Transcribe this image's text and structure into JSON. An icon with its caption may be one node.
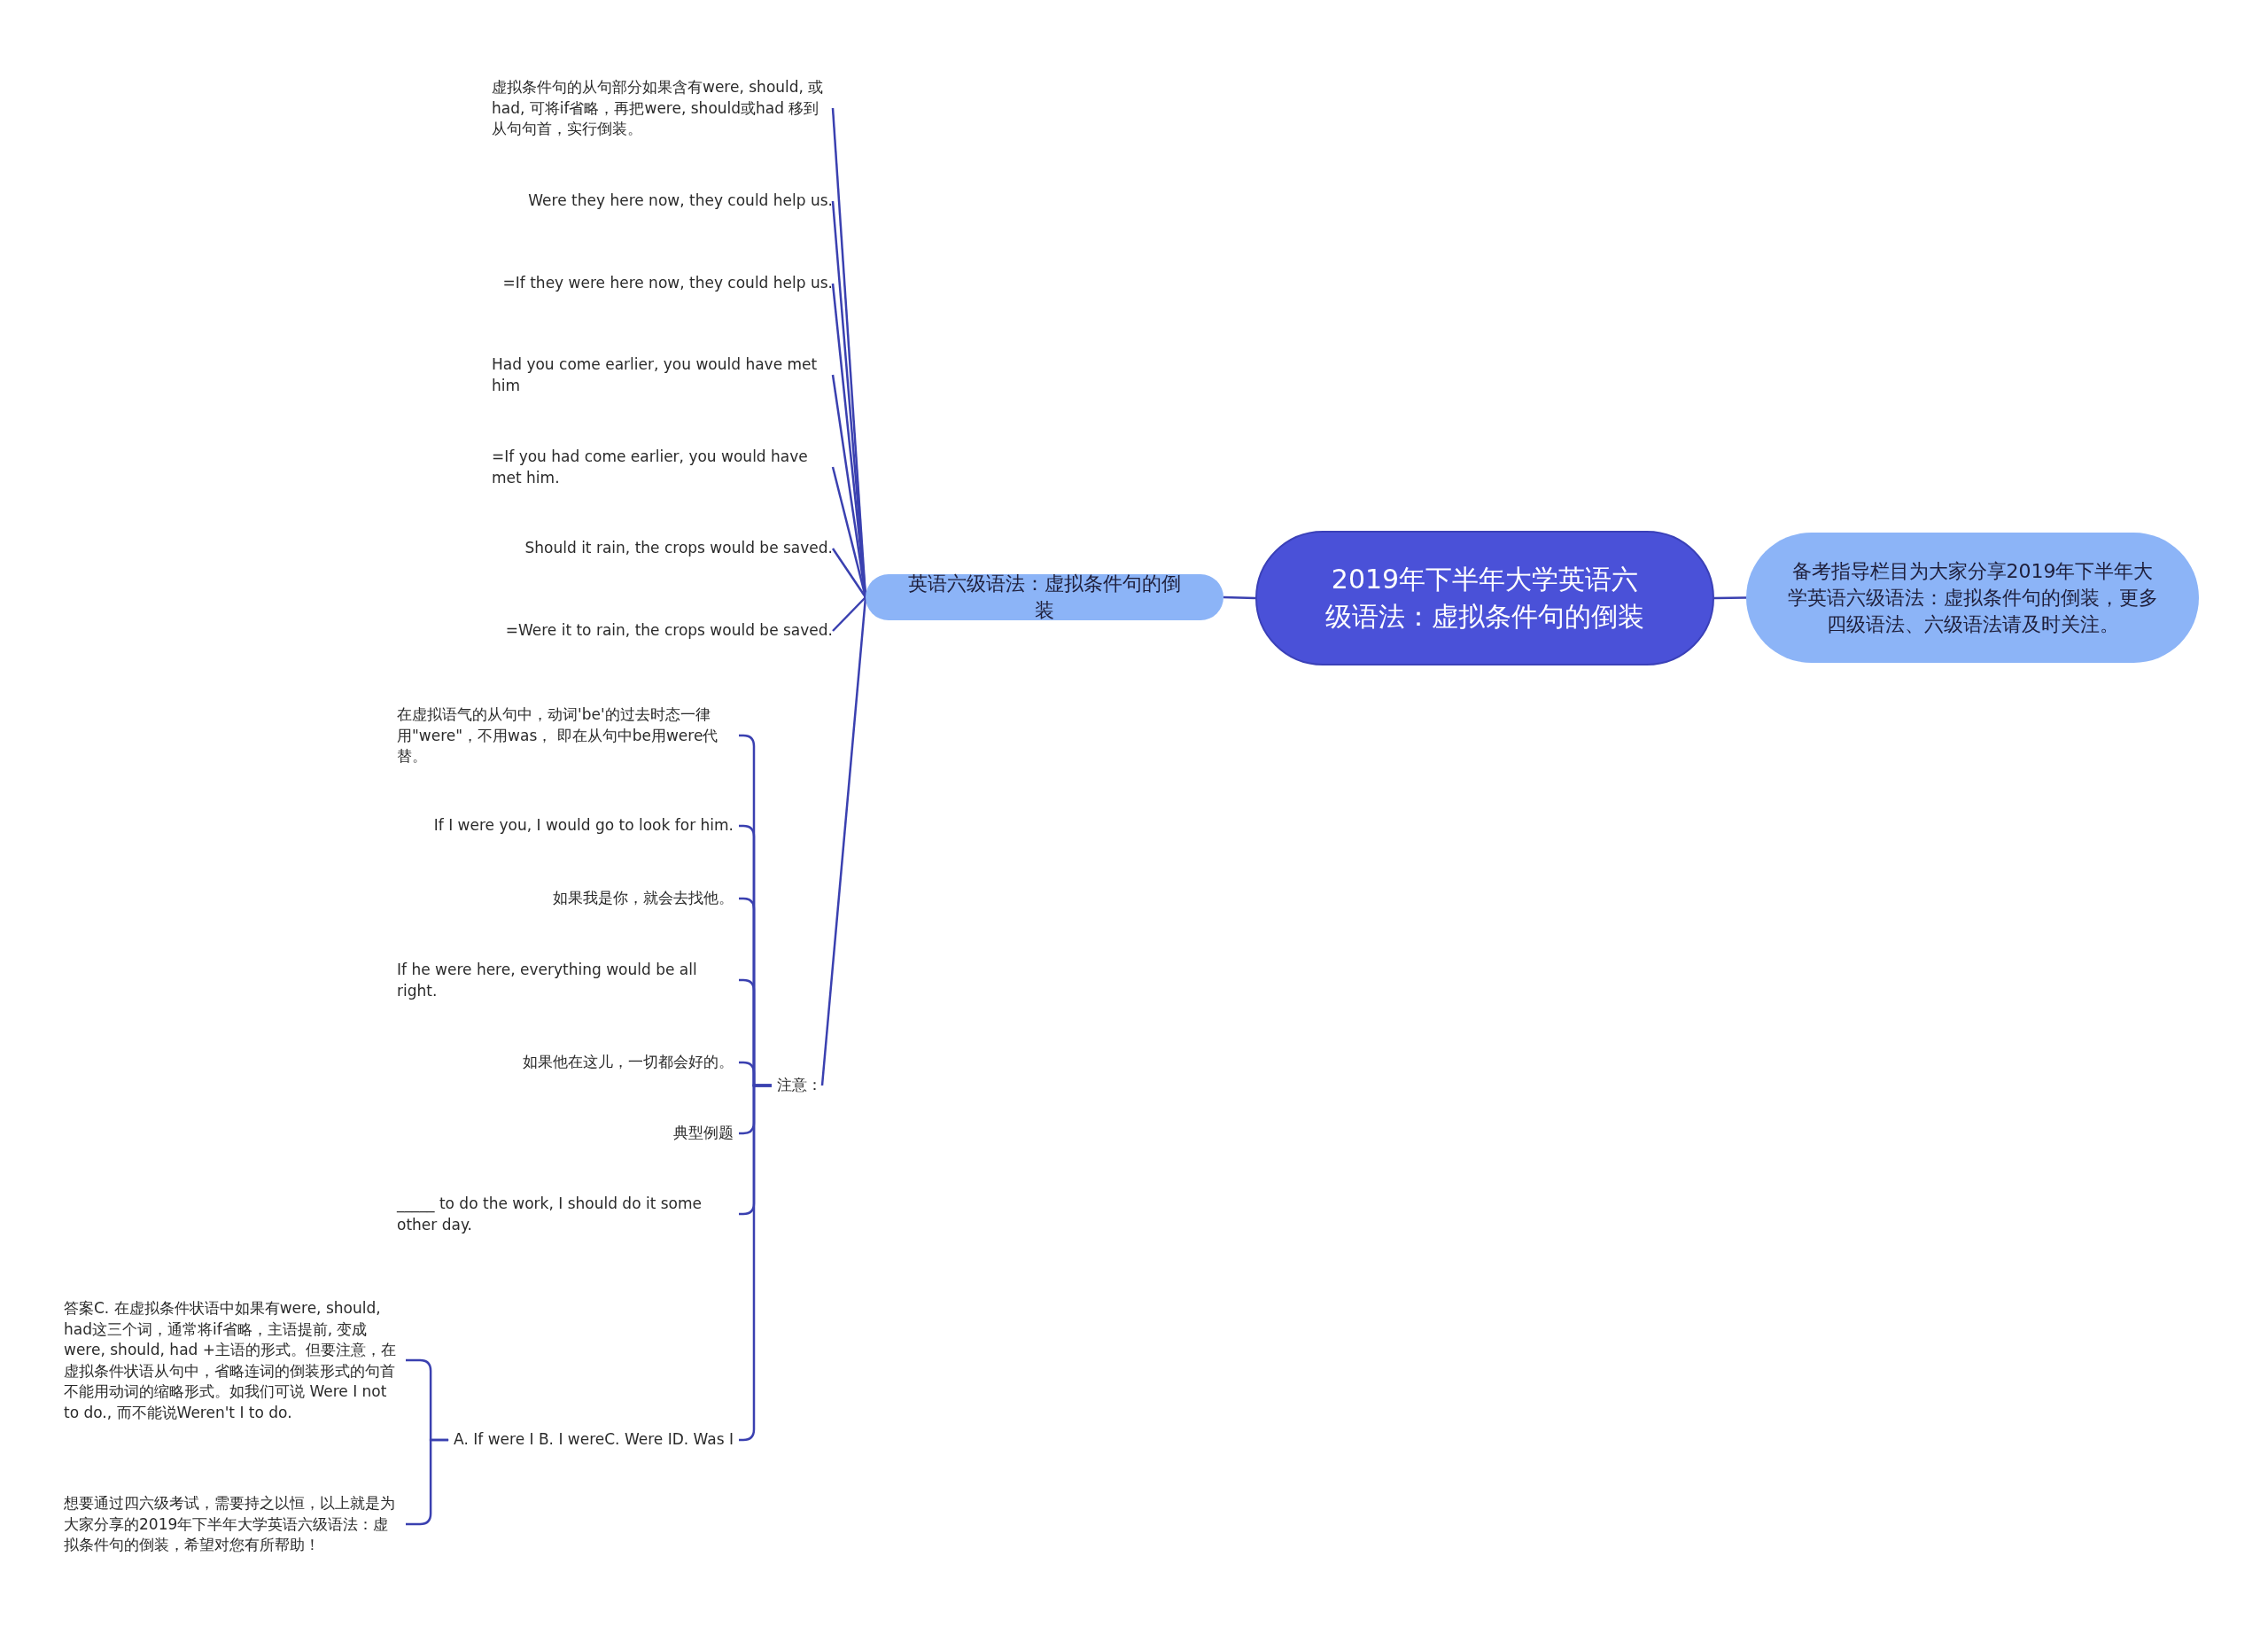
{
  "diagram": {
    "nodes": [
      {
        "text": [
          "2019年下半年大学英语六级语法：虚拟条件句的倒装"
        ]
      },
      {
        "text": [
          "备考指导栏目为大家分享2019年下半年大学英语六级语法：虚拟条件句的倒装，更多四级语法、六级语法请及时关注。"
        ]
      },
      {
        "text": [
          "英语六级语法：虚拟条件句的倒装"
        ]
      },
      {
        "text": [
          "虚拟条件句的从句部分如果含有were, should, 或had, 可将if省略，再把were, should或had 移到从句句首，实行倒装。"
        ]
      },
      {
        "text": [
          "Were they here now, they could help us."
        ]
      },
      {
        "text": [
          "=If they were here now, they could help us."
        ]
      },
      {
        "text": [
          "Had you come earlier, you would have met him"
        ]
      },
      {
        "text": [
          "=If you had come earlier, you would have met him."
        ]
      },
      {
        "text": [
          "Should it rain, the crops would be saved."
        ]
      },
      {
        "text": [
          "=Were it to rain, the crops would be saved."
        ]
      },
      {
        "text": [
          "注意："
        ]
      },
      {
        "text": [
          "在虚拟语气的从句中，动词'be'的过去时态一律用\"were\"，不用was， 即在从句中be用were代替。"
        ]
      },
      {
        "text": [
          "If I were you, I would go to look for him."
        ]
      },
      {
        "text": [
          "如果我是你，就会去找他。"
        ]
      },
      {
        "text": [
          "If he were here, everything would be all right."
        ]
      },
      {
        "text": [
          "如果他在这儿，一切都会好的。"
        ]
      },
      {
        "text": [
          "典型例题"
        ]
      },
      {
        "text": [
          "_____ to do the work, I should do it some other day."
        ]
      },
      {
        "text": [
          "A. If were I B. I wereC. Were ID. Was I"
        ]
      },
      {
        "text": [
          "答案C. 在虚拟条件状语中如果有were, should, had这三个词，通常将if省略，主语提前, 变成 were, should, had +主语的形式。但要注意，在虚拟条件状语从句中，省略连词的倒装形式的句首不能用动词的缩略形式。如我们可说 Were I not to do., 而不能说Weren't I to do."
        ]
      },
      {
        "text": [
          "想要通过四六级考试，需要持之以恒，以上就是为大家分享的2019年下半年大学英语六级语法：虚拟条件句的倒装，希望对您有所帮助！"
        ]
      }
    ],
    "edges": [
      {
        "from": 0,
        "to": 1,
        "arrow": "none"
      },
      {
        "from": 0,
        "to": 2,
        "arrow": "none"
      },
      {
        "from": 2,
        "to": 3,
        "arrow": "none"
      },
      {
        "from": 2,
        "to": 4,
        "arrow": "none"
      },
      {
        "from": 2,
        "to": 5,
        "arrow": "none"
      },
      {
        "from": 2,
        "to": 6,
        "arrow": "none"
      },
      {
        "from": 2,
        "to": 7,
        "arrow": "none"
      },
      {
        "from": 2,
        "to": 8,
        "arrow": "none"
      },
      {
        "from": 2,
        "to": 9,
        "arrow": "none"
      },
      {
        "from": 2,
        "to": 10,
        "arrow": "none"
      },
      {
        "from": 10,
        "to": 11,
        "arrow": "none"
      },
      {
        "from": 10,
        "to": 12,
        "arrow": "none"
      },
      {
        "from": 10,
        "to": 13,
        "arrow": "none"
      },
      {
        "from": 10,
        "to": 14,
        "arrow": "none"
      },
      {
        "from": 10,
        "to": 15,
        "arrow": "none"
      },
      {
        "from": 10,
        "to": 16,
        "arrow": "none"
      },
      {
        "from": 10,
        "to": 17,
        "arrow": "none"
      },
      {
        "from": 10,
        "to": 18,
        "arrow": "none"
      },
      {
        "from": 18,
        "to": 19,
        "arrow": "none"
      },
      {
        "from": 18,
        "to": 20,
        "arrow": "none"
      }
    ]
  }
}
